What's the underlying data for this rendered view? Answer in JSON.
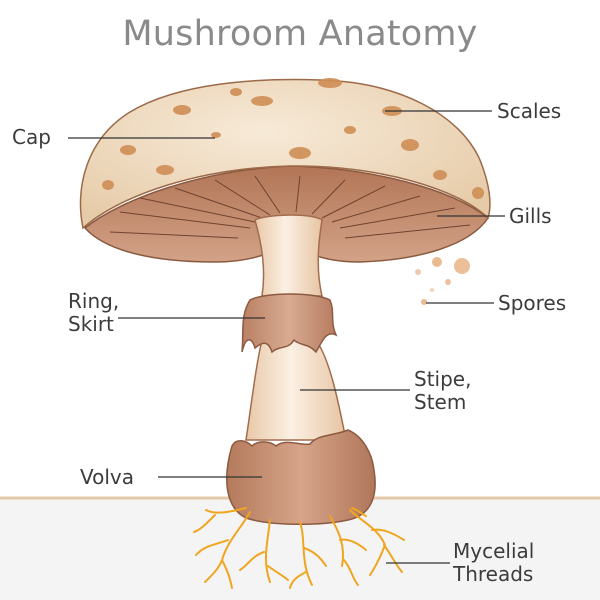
{
  "title": "Mushroom Anatomy",
  "labels": {
    "cap": "Cap",
    "scales": "Scales",
    "gills": "Gills",
    "spores": "Spores",
    "ring": [
      "Ring,",
      "Skirt"
    ],
    "stipe": [
      "Stipe,",
      "Stem"
    ],
    "volva": "Volva",
    "mycelial_threads": [
      "Mycelial",
      "Threads"
    ]
  },
  "colors": {
    "cap_fill": "#efdcc4",
    "cap_spots": "#cf8e55",
    "gills_fill": "#c48a6a",
    "stem_fill": "#f6e4d0",
    "ring_fill": "#c89378",
    "volva_fill": "#c28a6d",
    "ground_line": "#e5c9a8",
    "soil_fill": "#f4f4f4",
    "mycelium": "#f0a520",
    "leader_line": "#333333",
    "title_text": "#8a8a8a"
  }
}
